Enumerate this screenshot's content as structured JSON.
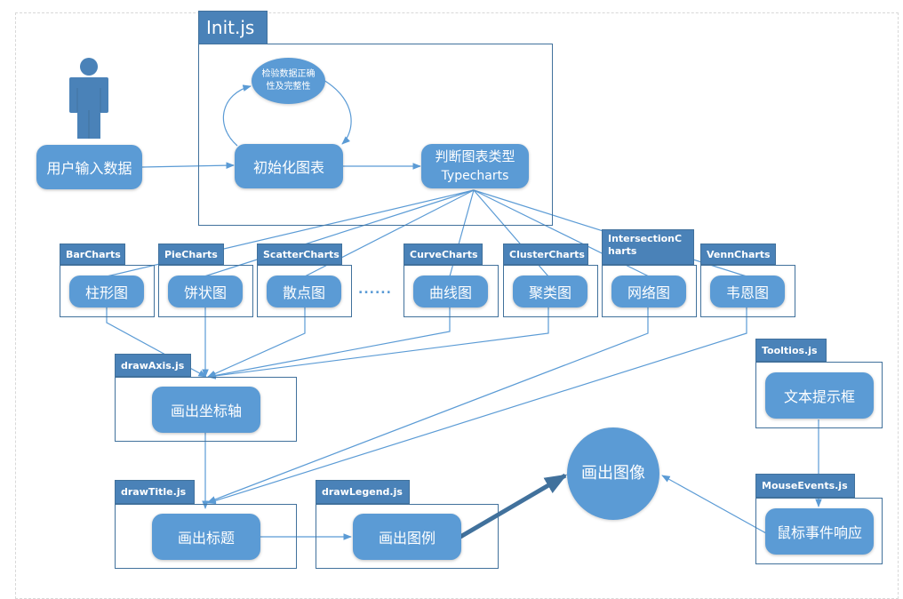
{
  "colors": {
    "node_fill": "#5b9bd5",
    "tab_fill": "#4a82b8",
    "border": "#41719c",
    "line": "#5b9bd5",
    "person": "#4a82b8"
  },
  "actor": {
    "icon": "person-icon",
    "label": "用户输入数据"
  },
  "init": {
    "tab": "Init.js",
    "validate": "检验数据正确性及完整性",
    "initialize": "初始化图表",
    "judge_line1": "判断图表类型",
    "judge_line2": "Typecharts"
  },
  "chart_types": [
    {
      "tab": "BarCharts",
      "label": "柱形图"
    },
    {
      "tab": "PieCharts",
      "label": "饼状图"
    },
    {
      "tab": "ScatterCharts",
      "label": "散点图"
    },
    {
      "tab": "CurveCharts",
      "label": "曲线图"
    },
    {
      "tab": "ClusterCharts",
      "label": "聚类图"
    },
    {
      "tab": "IntersectionCharts",
      "label": "网络图"
    },
    {
      "tab": "VennCharts",
      "label": "韦恩图"
    }
  ],
  "ellipsis": "......",
  "draw_axis": {
    "tab": "drawAxis.js",
    "label": "画出坐标轴"
  },
  "draw_title": {
    "tab": "drawTitle.js",
    "label": "画出标题"
  },
  "draw_legend": {
    "tab": "drawLegend.js",
    "label": "画出图例"
  },
  "draw_image": {
    "label": "画出图像"
  },
  "tooltips": {
    "tab": "Tooltios.js",
    "label": "文本提示框"
  },
  "mouse_events": {
    "tab": "MouseEvents.js",
    "label": "鼠标事件响应"
  }
}
